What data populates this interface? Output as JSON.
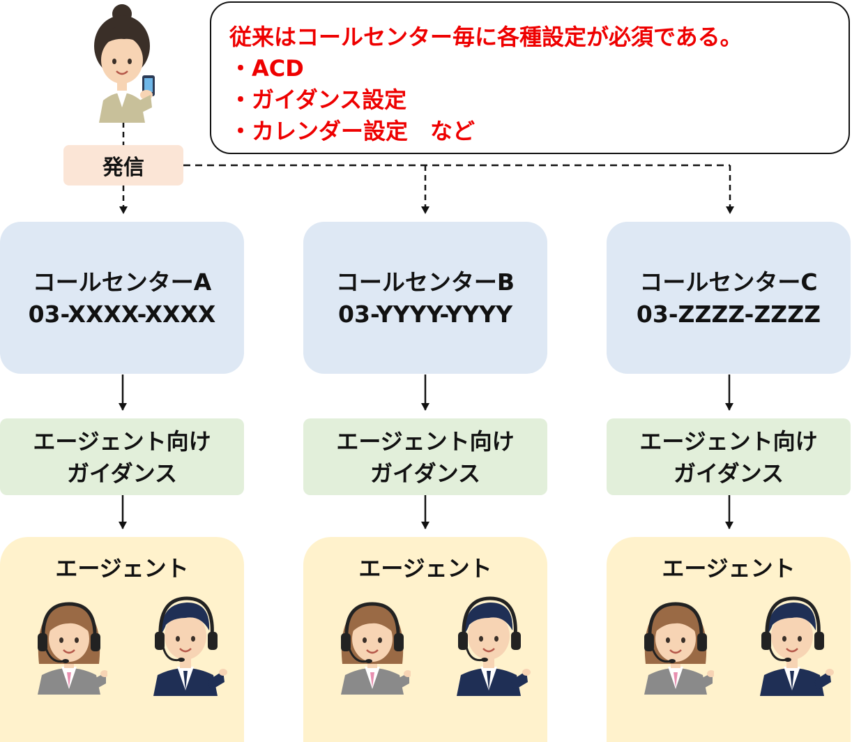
{
  "note": {
    "lines": [
      "従来はコールセンター毎に各種設定が必須である。",
      "・ACD",
      "・ガイダンス設定",
      "・カレンダー設定　など"
    ]
  },
  "caller": {
    "action_label": "発信"
  },
  "centers": [
    {
      "name": "コールセンターA",
      "phone": "03-XXXX-XXXX",
      "guidance": [
        "エージェント向け",
        "ガイダンス"
      ],
      "agents_label": "エージェント"
    },
    {
      "name": "コールセンターB",
      "phone": "03-YYYY-YYYY",
      "guidance": [
        "エージェント向け",
        "ガイダンス"
      ],
      "agents_label": "エージェント"
    },
    {
      "name": "コールセンターC",
      "phone": "03-ZZZZ-ZZZZ",
      "guidance": [
        "エージェント向け",
        "ガイダンス"
      ],
      "agents_label": "エージェント"
    }
  ],
  "colors": {
    "note_text": "#ee0000",
    "hassin_bg": "#fbe5d6",
    "center_bg": "#dee8f4",
    "guidance_bg": "#e2efda",
    "agent_bg": "#fff2cc"
  }
}
